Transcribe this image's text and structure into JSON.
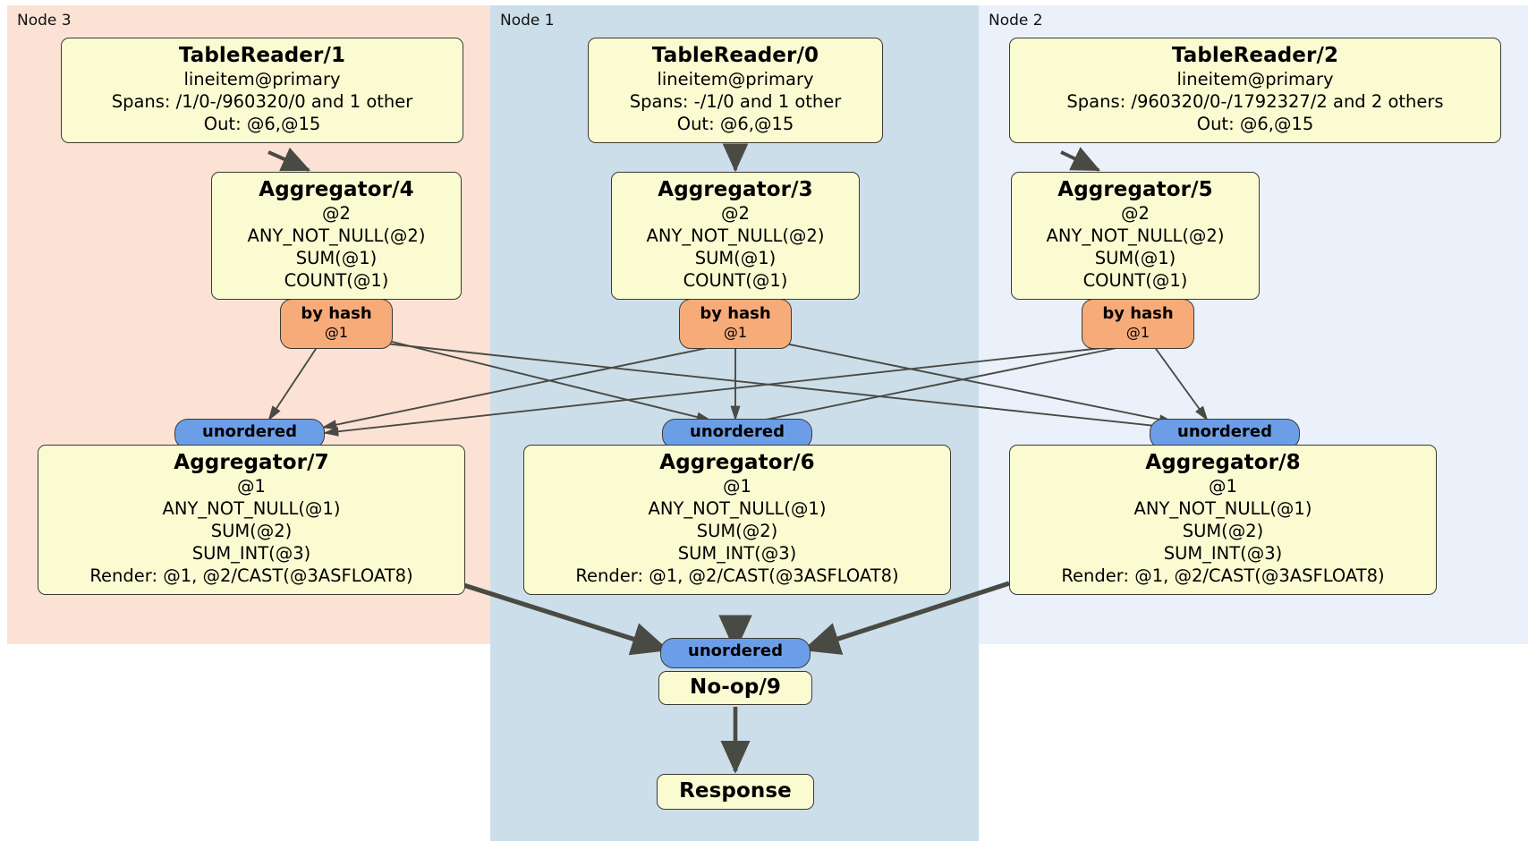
{
  "diagram": {
    "type": "distributed-query-plan",
    "colors": {
      "node3_panel": "#fbe2d5",
      "node1_panel": "#ccdeea",
      "node2_panel": "#eaf1fb",
      "processor_box": "#fbfbd2",
      "hash_router": "#f7ab79",
      "sync_unordered": "#6c9ee8",
      "edge": "#3b3b33"
    }
  },
  "panels": {
    "node3": {
      "label": "Node 3"
    },
    "node1": {
      "label": "Node 1"
    },
    "node2": {
      "label": "Node 2"
    }
  },
  "processors": {
    "tablereader1": {
      "title": "TableReader/1",
      "line1": "lineitem@primary",
      "line2": "Spans: /1/0-/960320/0 and 1 other",
      "line3": "Out: @6,@15"
    },
    "tablereader0": {
      "title": "TableReader/0",
      "line1": "lineitem@primary",
      "line2": "Spans: -/1/0 and 1 other",
      "line3": "Out: @6,@15"
    },
    "tablereader2": {
      "title": "TableReader/2",
      "line1": "lineitem@primary",
      "line2": "Spans: /960320/0-/1792327/2 and 2 others",
      "line3": "Out: @6,@15"
    },
    "aggregator4": {
      "title": "Aggregator/4",
      "line1": "@2",
      "line2": "ANY_NOT_NULL(@2)",
      "line3": "SUM(@1)",
      "line4": "COUNT(@1)"
    },
    "aggregator3": {
      "title": "Aggregator/3",
      "line1": "@2",
      "line2": "ANY_NOT_NULL(@2)",
      "line3": "SUM(@1)",
      "line4": "COUNT(@1)"
    },
    "aggregator5": {
      "title": "Aggregator/5",
      "line1": "@2",
      "line2": "ANY_NOT_NULL(@2)",
      "line3": "SUM(@1)",
      "line4": "COUNT(@1)"
    },
    "aggregator7": {
      "title": "Aggregator/7",
      "line1": "@1",
      "line2": "ANY_NOT_NULL(@1)",
      "line3": "SUM(@2)",
      "line4": "SUM_INT(@3)",
      "line5": "Render: @1, @2/CAST(@3ASFLOAT8)"
    },
    "aggregator6": {
      "title": "Aggregator/6",
      "line1": "@1",
      "line2": "ANY_NOT_NULL(@1)",
      "line3": "SUM(@2)",
      "line4": "SUM_INT(@3)",
      "line5": "Render: @1, @2/CAST(@3ASFLOAT8)"
    },
    "aggregator8": {
      "title": "Aggregator/8",
      "line1": "@1",
      "line2": "ANY_NOT_NULL(@1)",
      "line3": "SUM(@2)",
      "line4": "SUM_INT(@3)",
      "line5": "Render: @1, @2/CAST(@3ASFLOAT8)"
    },
    "noop9": {
      "title": "No-op/9"
    },
    "response": {
      "title": "Response"
    }
  },
  "routers": {
    "hash_left": {
      "title": "by hash",
      "sub": "@1"
    },
    "hash_center": {
      "title": "by hash",
      "sub": "@1"
    },
    "hash_right": {
      "title": "by hash",
      "sub": "@1"
    }
  },
  "synchronizers": {
    "sync_left": {
      "title": "unordered"
    },
    "sync_center": {
      "title": "unordered"
    },
    "sync_right": {
      "title": "unordered"
    },
    "sync_final": {
      "title": "unordered"
    }
  }
}
